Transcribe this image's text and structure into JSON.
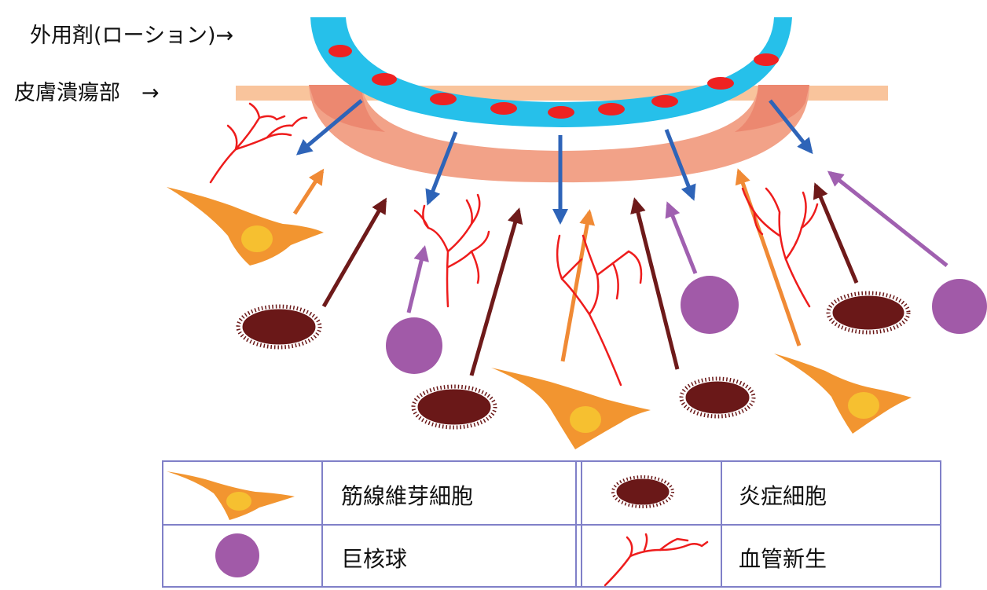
{
  "labels": {
    "lotion": "外用剤(ローション)→",
    "ulcer": "皮膚潰瘍部　→"
  },
  "legend": {
    "fibroblast": "筋線維芽細胞",
    "inflammatory": "炎症細胞",
    "megakaryocyte": "巨核球",
    "angiogenesis": "血管新生"
  },
  "colors": {
    "lotion": "#26c0ea",
    "droplet": "#ee2222",
    "skin": "#f9c49c",
    "wound": "#f0907a",
    "blue_arrow": "#2e64b8",
    "orange_arrow": "#f08a35",
    "brown_arrow": "#6e1a1a",
    "purple_arrow": "#a060b0",
    "fibroblast": "#f29530",
    "nucleus": "#f6c030",
    "inflammatory": "#6a1818",
    "megakaryocyte": "#a15aa8",
    "vessel": "#ee1c1c",
    "grid": "#8080c8"
  }
}
